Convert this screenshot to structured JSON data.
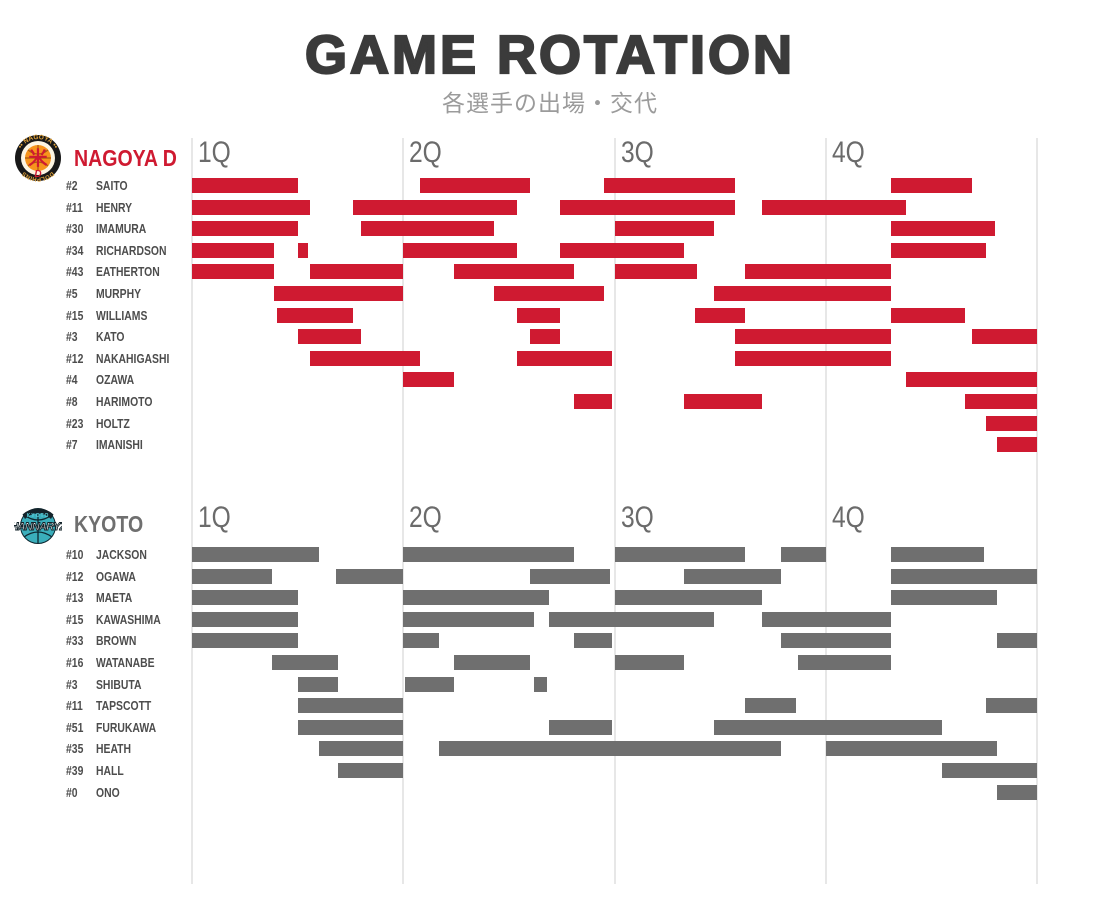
{
  "title": "GAME ROTATION",
  "subtitle": "各選手の出場・交代",
  "quarters": [
    "1Q",
    "2Q",
    "3Q",
    "4Q"
  ],
  "colors": {
    "nagoya_accent": "#cf1a31",
    "kyoto_accent": "#6f6f6f",
    "title_text": "#3b3b3b",
    "subtitle_text": "#9b9b9b",
    "quarter_label_text": "#6b6b6b",
    "player_label_text": "#4d4d4d",
    "gridline": "#e7e7e7"
  },
  "chart_data": [
    {
      "type": "rotation-gantt",
      "team": "NAGOYA D",
      "logo": "nagoya-dolphins-logo",
      "bar_color": "#cf1a31",
      "name_color": "#cf1a31",
      "axis": {
        "unit": "minutes",
        "range": [
          0,
          40
        ],
        "quarters": [
          "1Q",
          "2Q",
          "3Q",
          "4Q"
        ],
        "minutes_per_quarter": 10
      },
      "players": [
        {
          "number": "#2",
          "name": "SAITO",
          "stints": [
            [
              0,
              5.0
            ],
            [
              10.8,
              16.0
            ],
            [
              19.5,
              25.7
            ],
            [
              33.1,
              36.9
            ]
          ]
        },
        {
          "number": "#11",
          "name": "HENRY",
          "stints": [
            [
              0,
              5.6
            ],
            [
              7.6,
              15.4
            ],
            [
              17.4,
              25.7
            ],
            [
              27.0,
              33.8
            ]
          ]
        },
        {
          "number": "#30",
          "name": "IMAMURA",
          "stints": [
            [
              0,
              5.0
            ],
            [
              8.0,
              14.3
            ],
            [
              20.0,
              24.7
            ],
            [
              33.1,
              38.0
            ]
          ]
        },
        {
          "number": "#34",
          "name": "RICHARDSON",
          "stints": [
            [
              0,
              3.9
            ],
            [
              5.0,
              5.5
            ],
            [
              10.0,
              15.4
            ],
            [
              17.4,
              23.3
            ],
            [
              33.1,
              37.6
            ]
          ]
        },
        {
          "number": "#43",
          "name": "EATHERTON",
          "stints": [
            [
              0,
              3.9
            ],
            [
              5.6,
              10.0
            ],
            [
              12.4,
              18.1
            ],
            [
              20.0,
              23.9
            ],
            [
              26.2,
              33.1
            ]
          ]
        },
        {
          "number": "#5",
          "name": "MURPHY",
          "stints": [
            [
              3.9,
              10.0
            ],
            [
              14.3,
              19.5
            ],
            [
              24.7,
              33.1
            ]
          ]
        },
        {
          "number": "#15",
          "name": "WILLIAMS",
          "stints": [
            [
              4.0,
              7.6
            ],
            [
              15.4,
              17.4
            ],
            [
              23.8,
              26.2
            ],
            [
              33.1,
              36.6
            ]
          ]
        },
        {
          "number": "#3",
          "name": "KATO",
          "stints": [
            [
              5.0,
              8.0
            ],
            [
              16.0,
              17.4
            ],
            [
              25.7,
              33.1
            ],
            [
              36.9,
              40.0
            ]
          ]
        },
        {
          "number": "#12",
          "name": "NAKAHIGASHI",
          "stints": [
            [
              5.6,
              10.8
            ],
            [
              15.4,
              19.9
            ],
            [
              25.7,
              33.1
            ]
          ]
        },
        {
          "number": "#4",
          "name": "OZAWA",
          "stints": [
            [
              10.0,
              12.4
            ],
            [
              33.8,
              40.0
            ]
          ]
        },
        {
          "number": "#8",
          "name": "HARIMOTO",
          "stints": [
            [
              18.1,
              19.9
            ],
            [
              23.3,
              27.0
            ],
            [
              36.6,
              40.0
            ]
          ]
        },
        {
          "number": "#23",
          "name": "HOLTZ",
          "stints": [
            [
              37.6,
              40.0
            ]
          ]
        },
        {
          "number": "#7",
          "name": "IMANISHI",
          "stints": [
            [
              38.1,
              40.0
            ]
          ]
        }
      ]
    },
    {
      "type": "rotation-gantt",
      "team": "KYOTO",
      "logo": "kyoto-hannaryz-logo",
      "bar_color": "#6f6f6f",
      "name_color": "#6f6f6f",
      "axis": {
        "unit": "minutes",
        "range": [
          0,
          40
        ],
        "quarters": [
          "1Q",
          "2Q",
          "3Q",
          "4Q"
        ],
        "minutes_per_quarter": 10
      },
      "players": [
        {
          "number": "#10",
          "name": "JACKSON",
          "stints": [
            [
              0,
              6.0
            ],
            [
              10.0,
              18.1
            ],
            [
              20.0,
              26.2
            ],
            [
              27.9,
              30.0
            ],
            [
              33.1,
              37.5
            ]
          ]
        },
        {
          "number": "#12",
          "name": "OGAWA",
          "stints": [
            [
              0,
              3.8
            ],
            [
              6.8,
              10.0
            ],
            [
              16.0,
              19.8
            ],
            [
              23.3,
              27.9
            ],
            [
              33.1,
              40.0
            ]
          ]
        },
        {
          "number": "#13",
          "name": "MAETA",
          "stints": [
            [
              0,
              5.0
            ],
            [
              10.0,
              16.9
            ],
            [
              20.0,
              27.0
            ],
            [
              33.1,
              38.1
            ]
          ]
        },
        {
          "number": "#15",
          "name": "KAWASHIMA",
          "stints": [
            [
              0,
              5.0
            ],
            [
              10.0,
              16.2
            ],
            [
              16.9,
              24.7
            ],
            [
              27.0,
              33.1
            ]
          ]
        },
        {
          "number": "#33",
          "name": "BROWN",
          "stints": [
            [
              0,
              5.0
            ],
            [
              10.0,
              11.7
            ],
            [
              18.1,
              19.9
            ],
            [
              27.9,
              33.1
            ],
            [
              38.1,
              40.0
            ]
          ]
        },
        {
          "number": "#16",
          "name": "WATANABE",
          "stints": [
            [
              3.8,
              6.9
            ],
            [
              12.4,
              16.0
            ],
            [
              20.0,
              23.3
            ],
            [
              28.7,
              33.1
            ]
          ]
        },
        {
          "number": "#3",
          "name": "SHIBUTA",
          "stints": [
            [
              5.0,
              6.9
            ],
            [
              10.1,
              12.4
            ],
            [
              16.2,
              16.8
            ]
          ]
        },
        {
          "number": "#11",
          "name": "TAPSCOTT",
          "stints": [
            [
              5.0,
              10.0
            ],
            [
              26.2,
              28.6
            ],
            [
              37.6,
              40.0
            ]
          ]
        },
        {
          "number": "#51",
          "name": "FURUKAWA",
          "stints": [
            [
              5.0,
              10.0
            ],
            [
              16.9,
              19.9
            ],
            [
              24.7,
              35.5
            ]
          ]
        },
        {
          "number": "#35",
          "name": "HEATH",
          "stints": [
            [
              6.0,
              10.0
            ],
            [
              11.7,
              27.9
            ],
            [
              30.0,
              38.1
            ]
          ]
        },
        {
          "number": "#39",
          "name": "HALL",
          "stints": [
            [
              6.9,
              10.0
            ],
            [
              35.5,
              40.0
            ]
          ]
        },
        {
          "number": "#0",
          "name": "ONO",
          "stints": [
            [
              38.1,
              40.0
            ]
          ]
        }
      ]
    }
  ]
}
